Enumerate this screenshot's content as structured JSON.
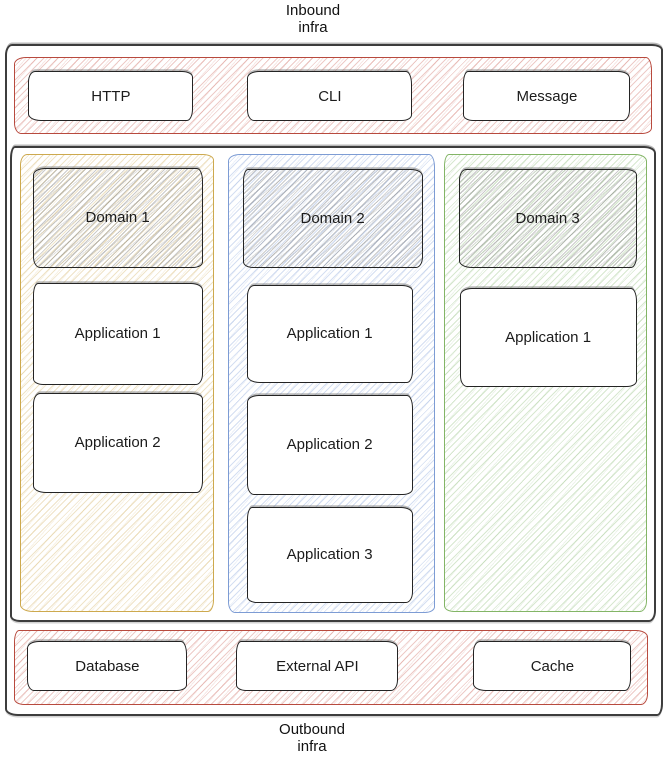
{
  "labels": {
    "inbound_line1": "Inbound",
    "inbound_line2": "infra",
    "outbound_line1": "Outbound",
    "outbound_line2": "infra"
  },
  "inbound_infra": {
    "items": [
      {
        "label": "HTTP"
      },
      {
        "label": "CLI"
      },
      {
        "label": "Message"
      }
    ]
  },
  "domains": [
    {
      "label": "Domain 1",
      "accent_color": "#cda94e",
      "apps": [
        {
          "label": "Application 1"
        },
        {
          "label": "Application 2"
        }
      ]
    },
    {
      "label": "Domain 2",
      "accent_color": "#7d9cd4",
      "apps": [
        {
          "label": "Application 1"
        },
        {
          "label": "Application 2"
        },
        {
          "label": "Application 3"
        }
      ]
    },
    {
      "label": "Domain 3",
      "accent_color": "#83b566",
      "apps": [
        {
          "label": "Application 1"
        }
      ]
    }
  ],
  "outbound_infra": {
    "items": [
      {
        "label": "Database"
      },
      {
        "label": "External API"
      },
      {
        "label": "Cache"
      }
    ]
  },
  "colors": {
    "infra_band_border": "#b84a3e",
    "infra_band_hatch": "#c95d52",
    "frame_border": "#3d3d3d",
    "node_border": "#242424",
    "domain_box_hatch": "#6e6e6e"
  }
}
